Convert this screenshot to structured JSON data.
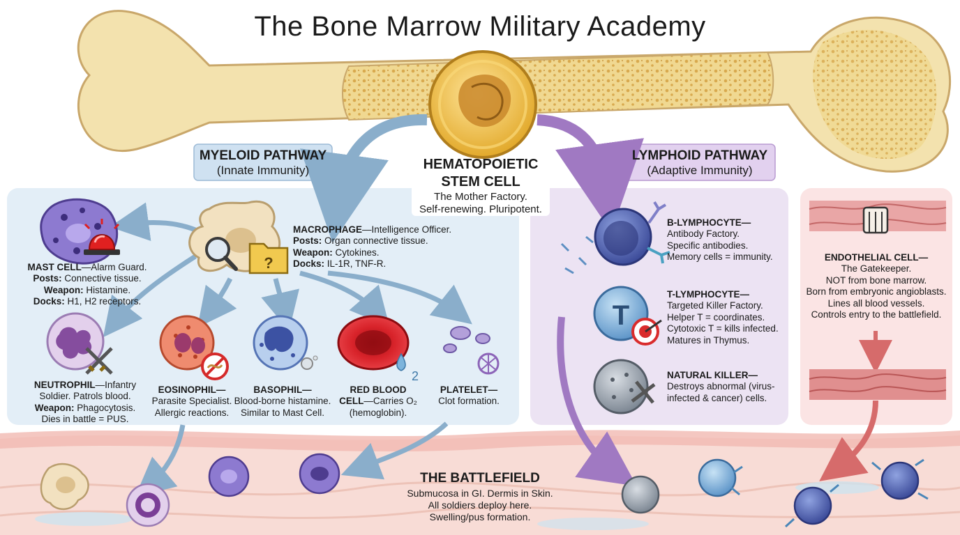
{
  "title": "The Bone Marrow Military Academy",
  "stem_cell": {
    "name": "HEMATOPOIETIC STEM CELL",
    "line1": "The Mother Factory.",
    "line2": "Self-renewing. Pluripotent."
  },
  "myeloid": {
    "name": "MYELOID PATHWAY",
    "sub": "(Innate Immunity)"
  },
  "lymphoid": {
    "name": "LYMPHOID PATHWAY",
    "sub": "(Adaptive Immunity)"
  },
  "macrophage": {
    "name": "MACROPHAGE",
    "role": "—Intelligence Officer.",
    "posts_label": "Posts:",
    "posts": "Organ connective tissue.",
    "weapon_label": "Weapon:",
    "weapon": "Cytokines.",
    "docks_label": "Docks:",
    "docks": "IL-1R, TNF-R."
  },
  "mast_cell": {
    "name": "MAST CELL",
    "role": "—Alarm Guard.",
    "posts_label": "Posts:",
    "posts": "Connective tissue.",
    "weapon_label": "Weapon:",
    "weapon": "Histamine.",
    "docks_label": "Docks:",
    "docks": "H1, H2 receptors."
  },
  "neutrophil": {
    "name": "NEUTROPHIL",
    "role": "—Infantry",
    "line1": "Soldier. Patrols blood.",
    "weapon_label": "Weapon:",
    "weapon": "Phagocytosis.",
    "line3": "Dies in battle = PUS."
  },
  "eosinophil": {
    "name": "EOSINOPHIL—",
    "line1": "Parasite Specialist.",
    "line2": "Allergic reactions."
  },
  "basophil": {
    "name": "BASOPHIL—",
    "line1": "Blood-borne histamine.",
    "line2": "Similar to Mast Cell."
  },
  "rbc": {
    "name1": "RED BLOOD",
    "name2": "CELL",
    "role": "—Carries O₂",
    "line2": "(hemoglobin)."
  },
  "o2_label": "2",
  "platelet": {
    "name": "PLATELET—",
    "line1": "Clot formation."
  },
  "b_lymph": {
    "name": "B-LYMPHOCYTE—",
    "line1": "Antibody Factory.",
    "line2": "Specific antibodies.",
    "line3": "Memory cells = immunity."
  },
  "t_lymph": {
    "name": "T-LYMPHOCYTE—",
    "letter": "T",
    "line1": "Targeted Killer Factory.",
    "line2": "Helper T = coordinates.",
    "line3": "Cytotoxic T = kills infected.",
    "line4": "Matures in Thymus."
  },
  "nk": {
    "name": "NATURAL KILLER—",
    "line1": "Destroys abnormal (virus-",
    "line2": "infected & cancer) cells."
  },
  "endothelial": {
    "name": "ENDOTHELIAL CELL—",
    "line1": "The Gatekeeper.",
    "line2": "NOT from bone marrow.",
    "line3": "Born from embryonic angioblasts.",
    "line4": "Lines all blood vessels.",
    "line5": "Controls entry to the battlefield."
  },
  "battlefield": {
    "name": "THE BATTLEFIELD",
    "line1": "Submucosa in GI. Dermis in Skin.",
    "line2": "All soldiers deploy here.",
    "line3": "Swelling/pus formation."
  },
  "macrophage_folder_mark": "?",
  "colors": {
    "bone": "#f3e2ae",
    "bone_edge": "#c9a76a",
    "marrow": "#e8c672",
    "myeloid_panel": "#e3eef7",
    "lymphoid_panel": "#ece3f3",
    "endothelial_panel": "#fbe4e4",
    "tissue": "#f8dcd6",
    "myeloid_arrow": "#8aaecb",
    "lymphoid_arrow": "#a079c2",
    "endothelial_arrow": "#d66b6b"
  }
}
